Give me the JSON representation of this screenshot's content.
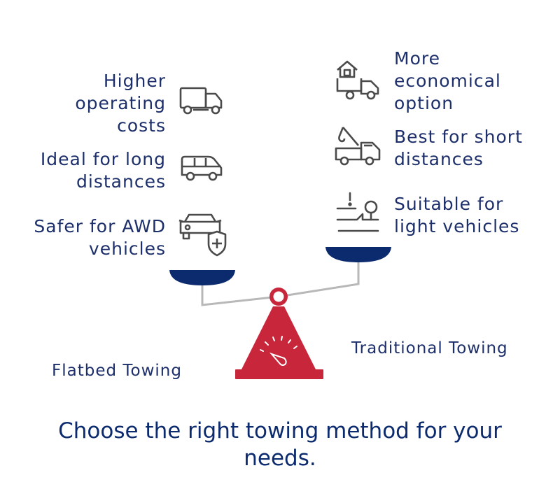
{
  "heading": "Choose the right towing method for your needs.",
  "colors": {
    "navy": "#1d2f6b",
    "pan_blue": "#0c2a6e",
    "cone_red": "#c8263a",
    "beam_gray": "#b8b8b8",
    "icon_gray": "#4a4a4a"
  },
  "left": {
    "title": "Flatbed Towing",
    "items": [
      {
        "text": "Higher\noperating\ncosts",
        "icon": "box-truck-icon"
      },
      {
        "text": "Ideal for long\ndistances",
        "icon": "van-icon"
      },
      {
        "text": "Safer for AWD\nvehicles",
        "icon": "car-shield-icon"
      }
    ]
  },
  "right": {
    "title": "Traditional Towing",
    "items": [
      {
        "text": "More\neconomical\noption",
        "icon": "truck-house-icon"
      },
      {
        "text": "Best for short\ndistances",
        "icon": "tow-truck-icon"
      },
      {
        "text": "Suitable for\nlight vehicles",
        "icon": "lever-icon"
      }
    ]
  }
}
